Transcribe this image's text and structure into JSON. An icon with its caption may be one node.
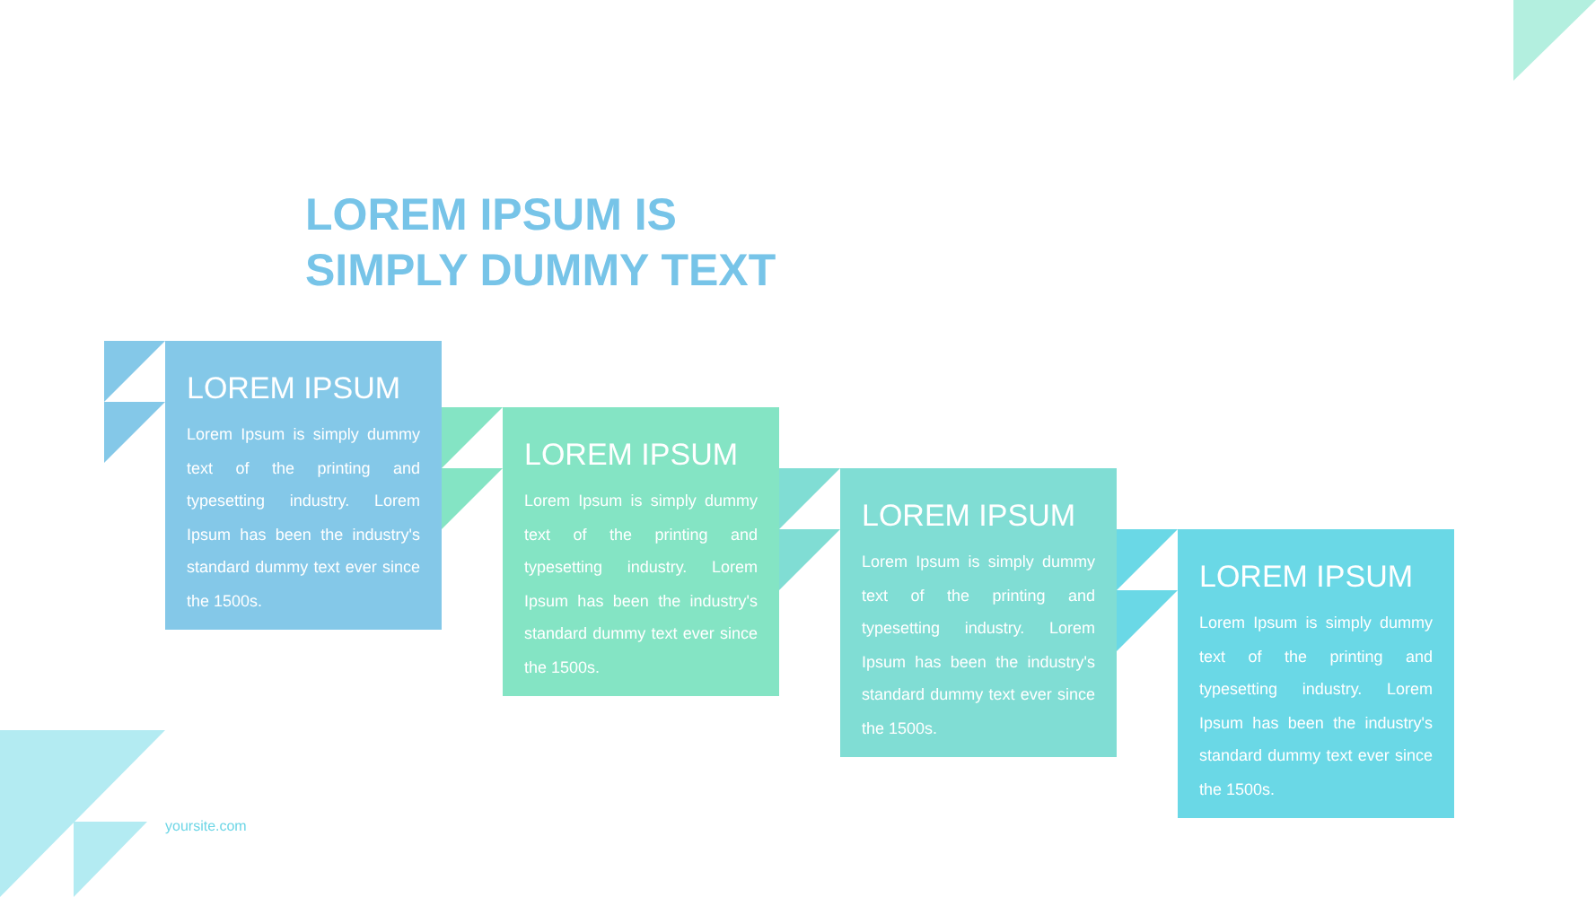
{
  "diagram": {
    "title": "LOREM IPSUM IS SIMPLY DUMMY TEXT",
    "nodes": [
      {
        "text": [
          "LOREM IPSUM",
          "Lorem Ipsum is simply dummy text of the printing and typesetting industry. Lorem Ipsum has been the industry's standard dummy text ever since the 1500s."
        ]
      },
      {
        "text": [
          "LOREM IPSUM",
          "Lorem Ipsum is simply dummy text of the printing and typesetting industry. Lorem Ipsum has been the industry's standard dummy text ever since the 1500s."
        ]
      },
      {
        "text": [
          "LOREM IPSUM",
          "Lorem Ipsum is simply dummy text of the printing and typesetting industry. Lorem Ipsum has been the industry's standard dummy text ever since the 1500s."
        ]
      },
      {
        "text": [
          "LOREM IPSUM",
          "Lorem Ipsum is simply dummy text of the printing and typesetting industry. Lorem Ipsum has been the industry's standard dummy text ever since the 1500s."
        ]
      }
    ],
    "labels": [
      "yoursite.com"
    ]
  }
}
